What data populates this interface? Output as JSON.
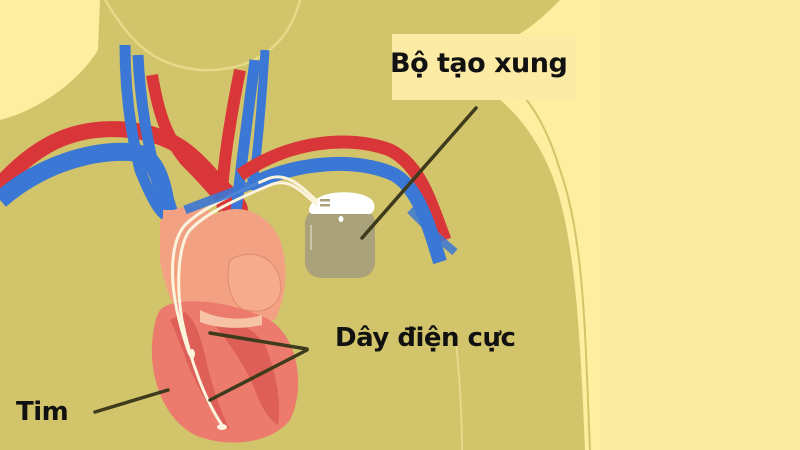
{
  "diagram": {
    "title": "Pacemaker placement illustration",
    "colors": {
      "background": "#fdeea0",
      "body": "#d2c46a",
      "artery": "#d9363a",
      "vein": "#3b77d4",
      "heart_upper": "#f2a282",
      "heart_lower": "#ec7b6e",
      "heart_muscle": "#dd5f58",
      "device": "#a9a27a",
      "lead_wire": "#fbf3dc",
      "pointer_line": "#3e3a1c"
    },
    "labels": {
      "pulse_generator": "Bộ tạo xung",
      "leads": "Dây điện cực",
      "heart": "Tim"
    }
  }
}
